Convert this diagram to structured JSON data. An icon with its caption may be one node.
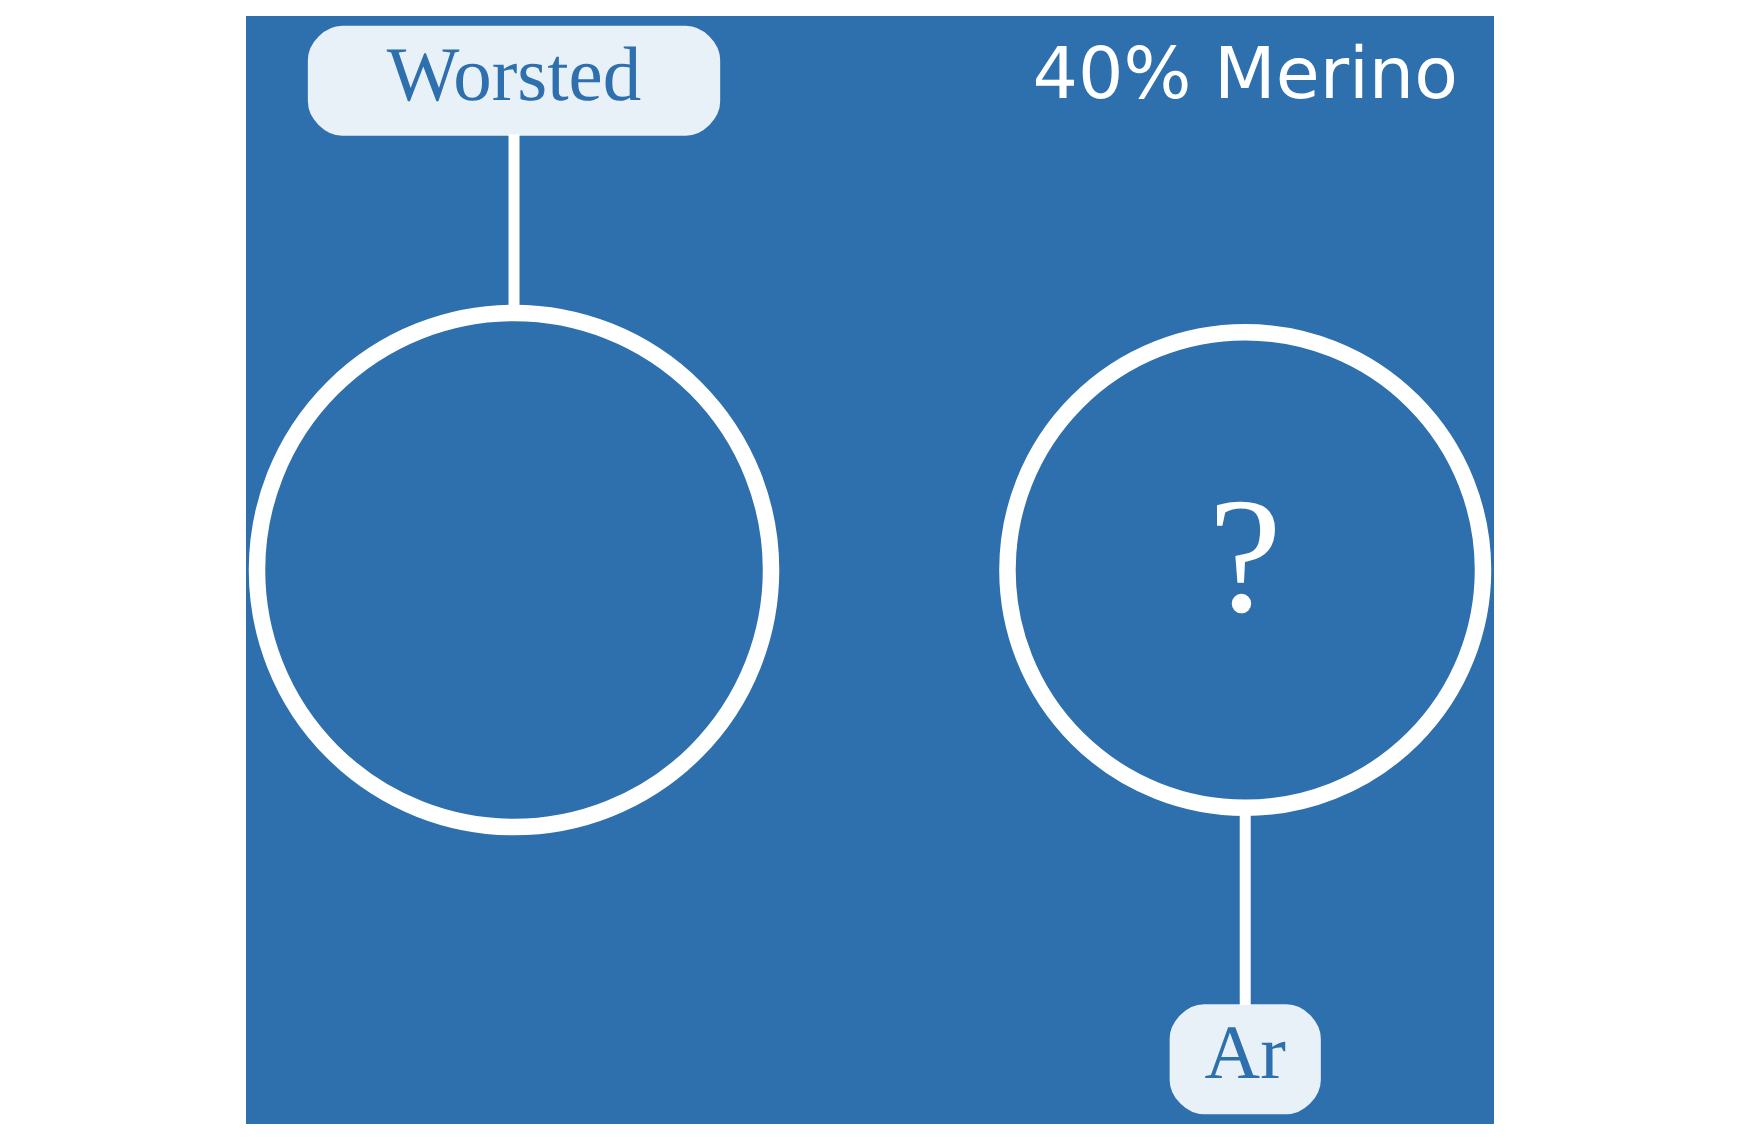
{
  "diagram": {
    "nodes": [
      {
        "text": [
          "Worsted"
        ]
      },
      {
        "text": [],
        "shape": "circle"
      },
      {
        "text": [
          "?"
        ]
      },
      {
        "text": [
          "Ar"
        ]
      }
    ],
    "edges": [
      {
        "from": 0,
        "to": 1,
        "arrow": "none"
      },
      {
        "from": 2,
        "to": 3,
        "arrow": "none"
      }
    ],
    "labels": [
      "40% Merino"
    ]
  }
}
